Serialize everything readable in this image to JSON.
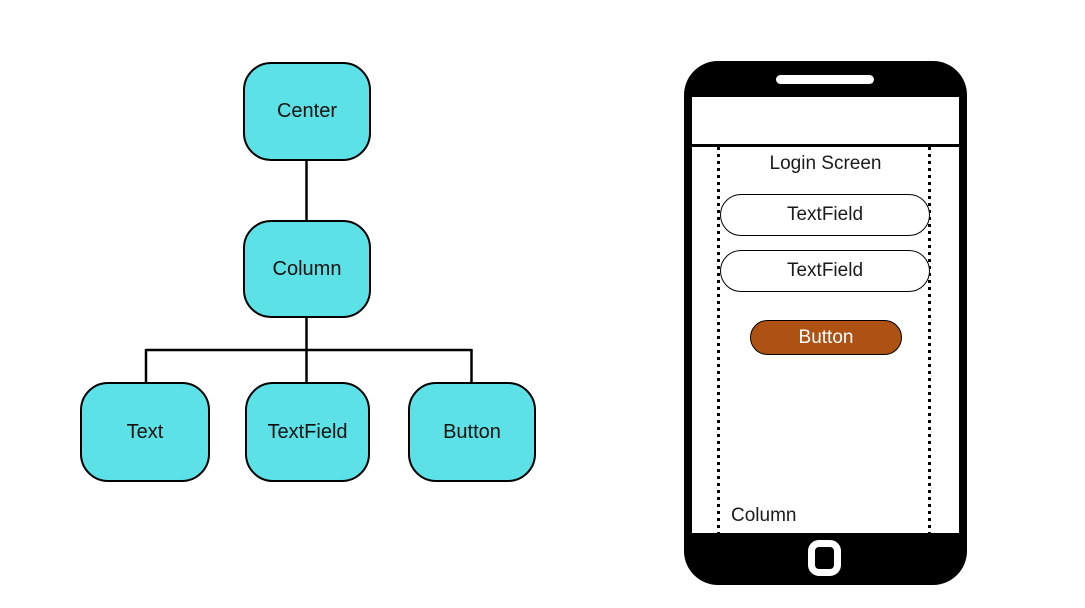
{
  "tree": {
    "nodes": [
      {
        "id": "center",
        "label": "Center"
      },
      {
        "id": "column",
        "label": "Column"
      },
      {
        "id": "text",
        "label": "Text"
      },
      {
        "id": "textfield",
        "label": "TextField"
      },
      {
        "id": "button",
        "label": "Button"
      }
    ]
  },
  "phone": {
    "screen_title": "Login Screen",
    "textfields": [
      {
        "label": "TextField"
      },
      {
        "label": "TextField"
      }
    ],
    "button_label": "Button",
    "column_label": "Column"
  },
  "colors": {
    "node_fill": "#5CE1E6",
    "node_border": "#000000",
    "button_fill": "#AD5213",
    "button_text": "#FFFFFF",
    "frame_color": "#000000"
  }
}
